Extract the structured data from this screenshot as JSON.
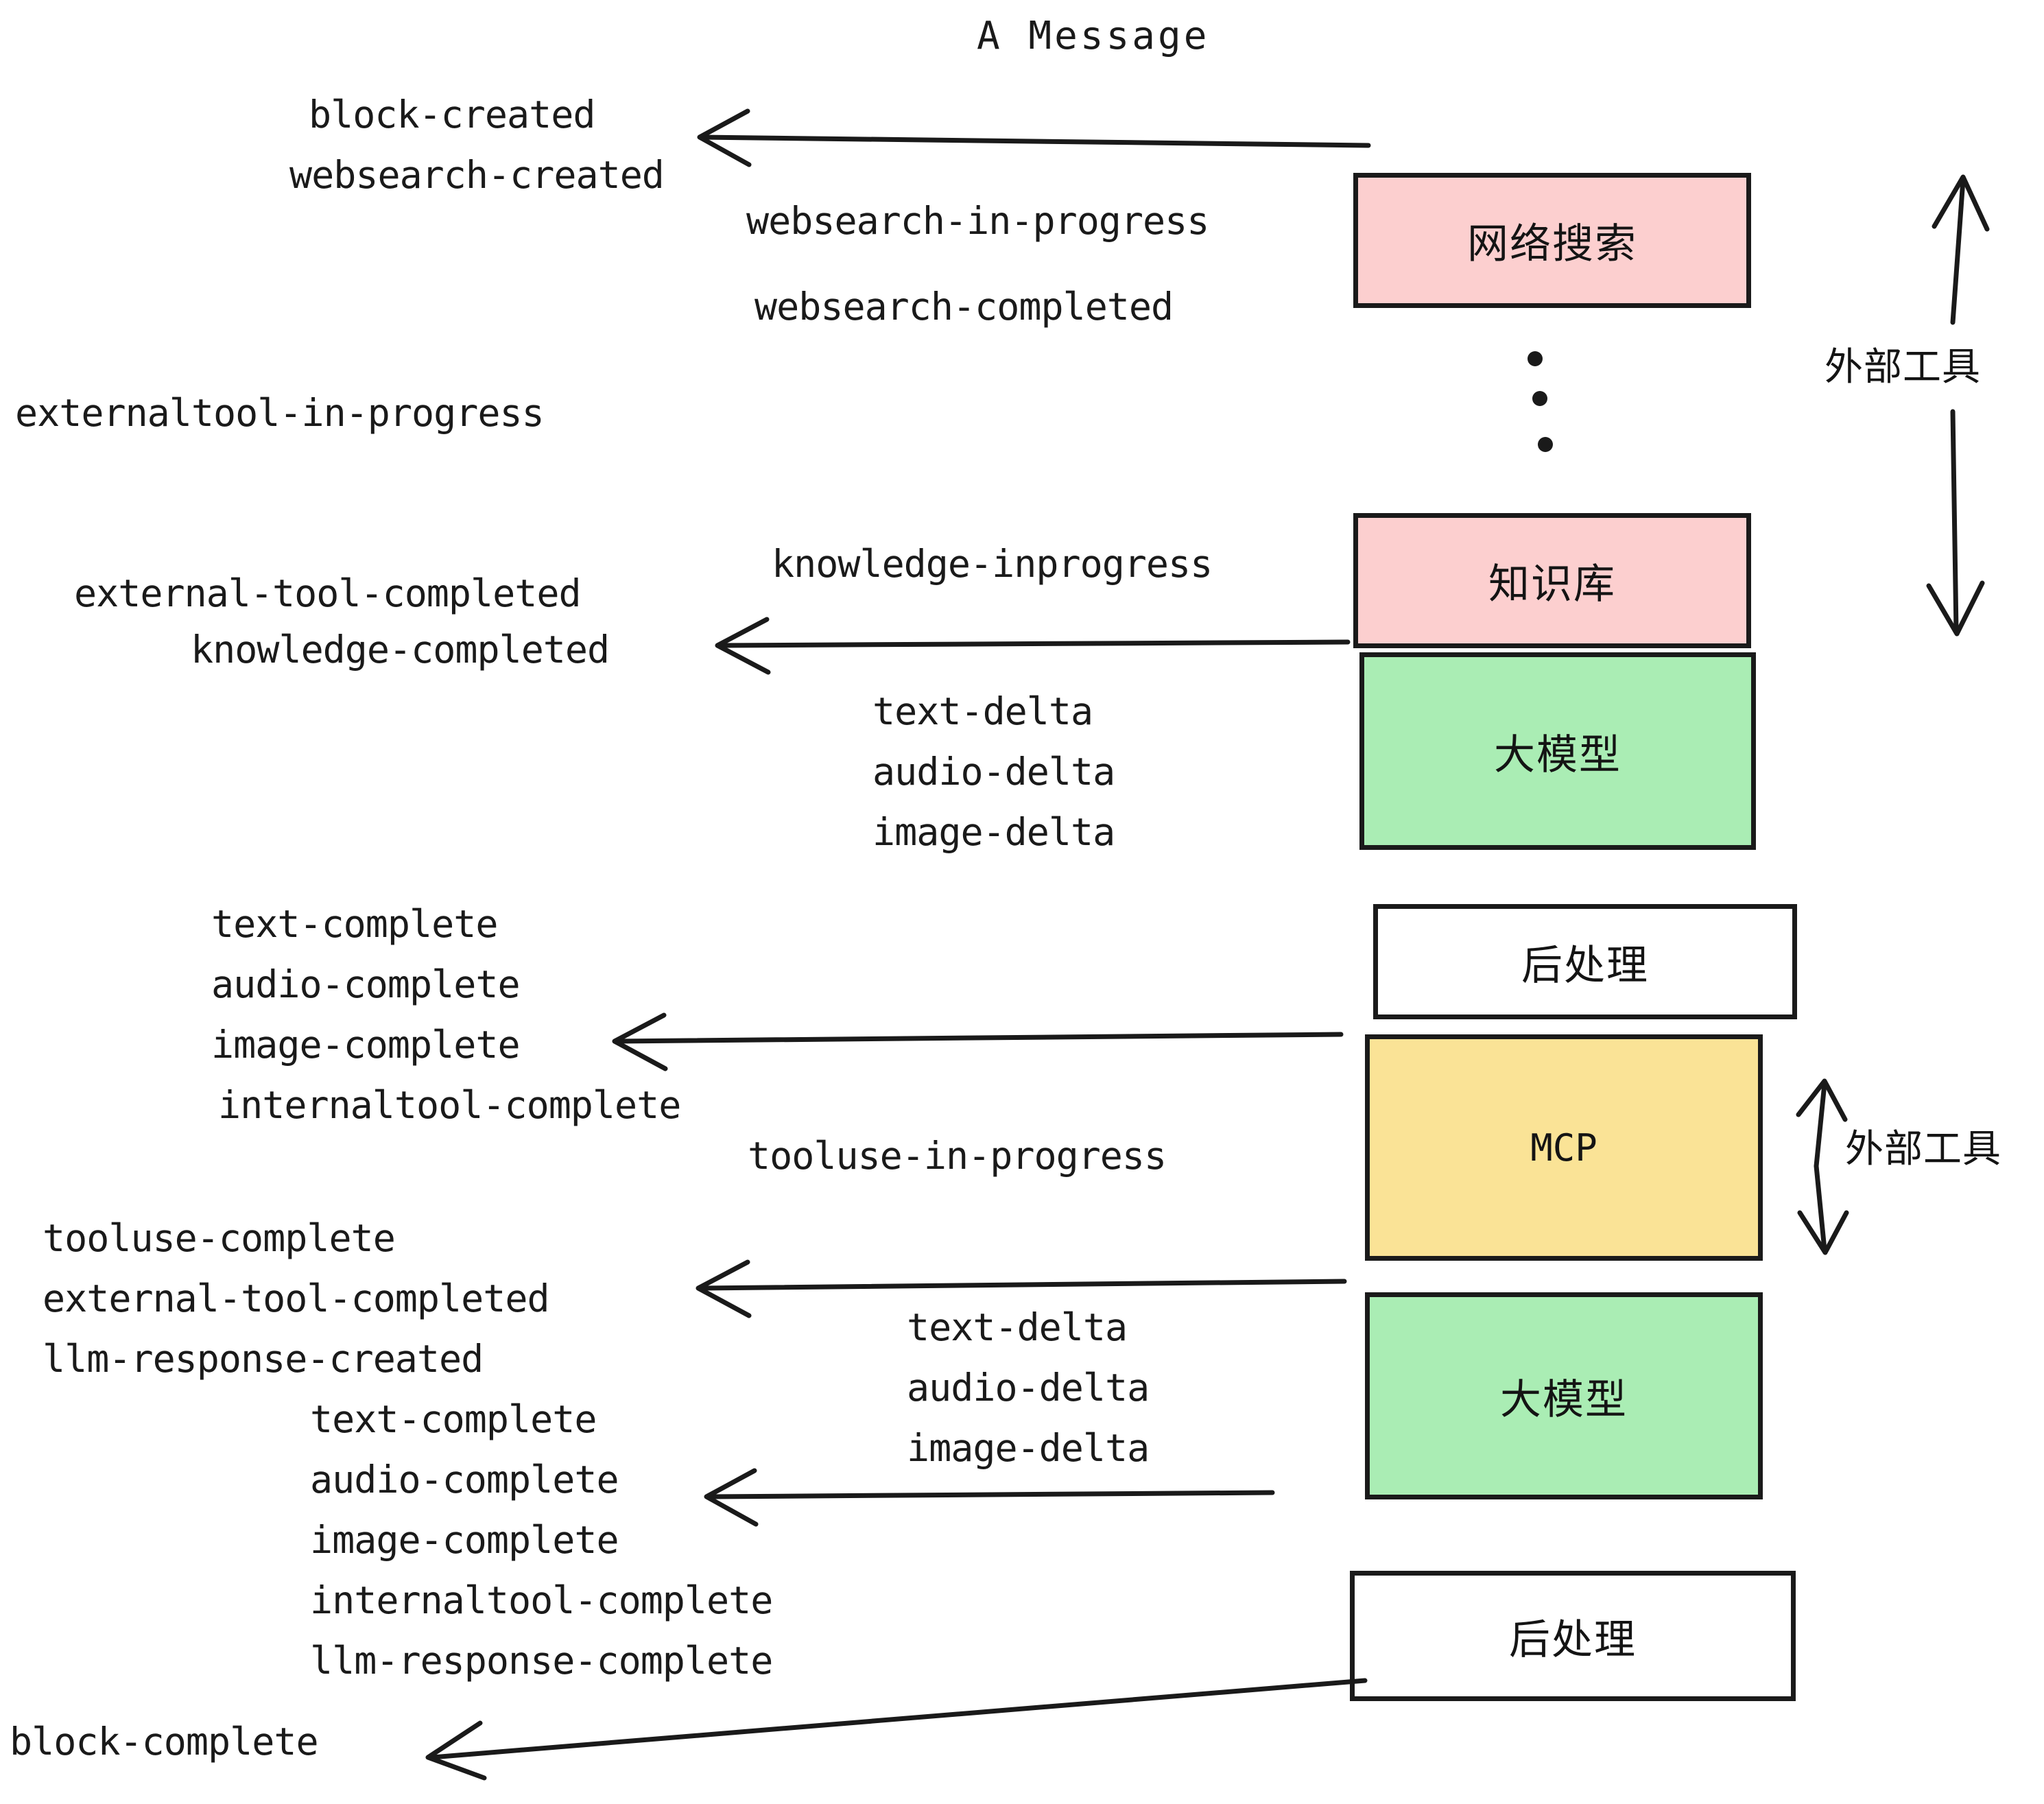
{
  "title": "A Message",
  "colors": {
    "stroke": "#1a1a1a",
    "pink": "#fccfcf",
    "green": "#aaedb4",
    "yellow": "#fae396",
    "white": "#ffffff",
    "background": "#ffffff"
  },
  "boxes": [
    {
      "id": "websearch",
      "label": "网络搜索",
      "fill": "#fccfcf",
      "mono": false
    },
    {
      "id": "knowledge",
      "label": "知识库",
      "fill": "#fccfcf",
      "mono": false
    },
    {
      "id": "llm-top",
      "label": "大模型",
      "fill": "#aaedb4",
      "mono": false
    },
    {
      "id": "postprocess-top",
      "label": "后处理",
      "fill": "#ffffff",
      "mono": false
    },
    {
      "id": "mcp",
      "label": "MCP",
      "fill": "#fae396",
      "mono": true
    },
    {
      "id": "llm-bottom",
      "label": "大模型",
      "fill": "#aaedb4",
      "mono": false
    },
    {
      "id": "postprocess-bottom",
      "label": "后处理",
      "fill": "#ffffff",
      "mono": false
    }
  ],
  "side_annotations": [
    {
      "id": "external-tools-top",
      "label": "外部工具"
    },
    {
      "id": "external-tools-bottom",
      "label": "外部工具"
    }
  ],
  "events": [
    {
      "id": "block-created",
      "text": "block-created"
    },
    {
      "id": "websearch-created",
      "text": "websearch-created"
    },
    {
      "id": "websearch-in-progress",
      "text": "websearch-in-progress"
    },
    {
      "id": "websearch-completed",
      "text": "websearch-completed"
    },
    {
      "id": "externaltool-in-progress",
      "text": "externaltool-in-progress"
    },
    {
      "id": "knowledge-inprogress",
      "text": "knowledge-inprogress"
    },
    {
      "id": "external-tool-completed-1",
      "text": "external-tool-completed"
    },
    {
      "id": "knowledge-completed",
      "text": "knowledge-completed"
    },
    {
      "id": "text-delta-1",
      "text": "text-delta"
    },
    {
      "id": "audio-delta-1",
      "text": "audio-delta"
    },
    {
      "id": "image-delta-1",
      "text": "image-delta"
    },
    {
      "id": "text-complete-1",
      "text": "text-complete"
    },
    {
      "id": "audio-complete-1",
      "text": "audio-complete"
    },
    {
      "id": "image-complete-1",
      "text": "image-complete"
    },
    {
      "id": "internaltool-complete-1",
      "text": "internaltool-complete"
    },
    {
      "id": "tooluse-in-progress",
      "text": "tooluse-in-progress"
    },
    {
      "id": "tooluse-complete",
      "text": "tooluse-complete"
    },
    {
      "id": "external-tool-completed-2",
      "text": "external-tool-completed"
    },
    {
      "id": "llm-response-created",
      "text": "llm-response-created"
    },
    {
      "id": "text-delta-2",
      "text": "text-delta"
    },
    {
      "id": "audio-delta-2",
      "text": "audio-delta"
    },
    {
      "id": "image-delta-2",
      "text": "image-delta"
    },
    {
      "id": "text-complete-2",
      "text": "text-complete"
    },
    {
      "id": "audio-complete-2",
      "text": "audio-complete"
    },
    {
      "id": "image-complete-2",
      "text": "image-complete"
    },
    {
      "id": "internaltool-complete-2",
      "text": "internaltool-complete"
    },
    {
      "id": "llm-response-complete",
      "text": "llm-response-complete"
    },
    {
      "id": "block-complete",
      "text": "block-complete"
    }
  ]
}
